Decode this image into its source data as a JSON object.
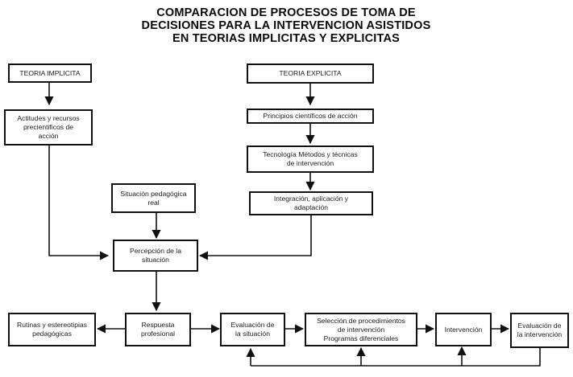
{
  "title": {
    "lines": [
      "COMPARACION DE PROCESOS DE TOMA DE",
      "DECISIONES PARA LA INTERVENCION ASISTIDOS",
      "EN TEORIAS IMPLICITAS Y EXPLICITAS"
    ]
  },
  "nodes": {
    "teoria_implicita": [
      "TEORIA IMPLICITA"
    ],
    "actitudes": [
      "Actitudes y recursos",
      "precientificos de",
      "acción"
    ],
    "teoria_explicita": [
      "TEORIA EXPLICITA"
    ],
    "principios": [
      "Principios científicos de acción"
    ],
    "tecnologia": [
      "Tecnología  Métodos y técnicas",
      "de intervención"
    ],
    "situacion_pedagogica": [
      "Situación pedagógica",
      "real"
    ],
    "integracion": [
      "Integración, aplicación y",
      "adaptación"
    ],
    "percepcion": [
      "Percepción de la",
      "situación"
    ],
    "rutinas": [
      "Rutinas y estereotipias",
      "pedagógicas"
    ],
    "respuesta": [
      "Respuesta",
      "profesional"
    ],
    "evaluacion_situacion": [
      "Evaluación de",
      "la situación"
    ],
    "seleccion": [
      "Selección de procedimientos",
      "de intervención",
      "Programas diferenciales"
    ],
    "intervencion": [
      "Intervención"
    ],
    "evaluacion_intervencion": [
      "Evaluación de",
      "la intervención"
    ]
  },
  "edges": [
    [
      "teoria_implicita",
      "actitudes"
    ],
    [
      "actitudes",
      "percepcion"
    ],
    [
      "teoria_explicita",
      "principios"
    ],
    [
      "principios",
      "tecnologia"
    ],
    [
      "tecnologia",
      "integracion"
    ],
    [
      "integracion",
      "percepcion"
    ],
    [
      "situacion_pedagogica",
      "percepcion"
    ],
    [
      "percepcion",
      "respuesta"
    ],
    [
      "respuesta",
      "rutinas"
    ],
    [
      "respuesta",
      "evaluacion_situacion"
    ],
    [
      "evaluacion_situacion",
      "seleccion"
    ],
    [
      "seleccion",
      "intervencion"
    ],
    [
      "intervencion",
      "evaluacion_intervencion"
    ],
    [
      "evaluacion_intervencion",
      "evaluacion_situacion"
    ],
    [
      "evaluacion_intervencion",
      "seleccion"
    ],
    [
      "evaluacion_intervencion",
      "intervencion"
    ]
  ]
}
